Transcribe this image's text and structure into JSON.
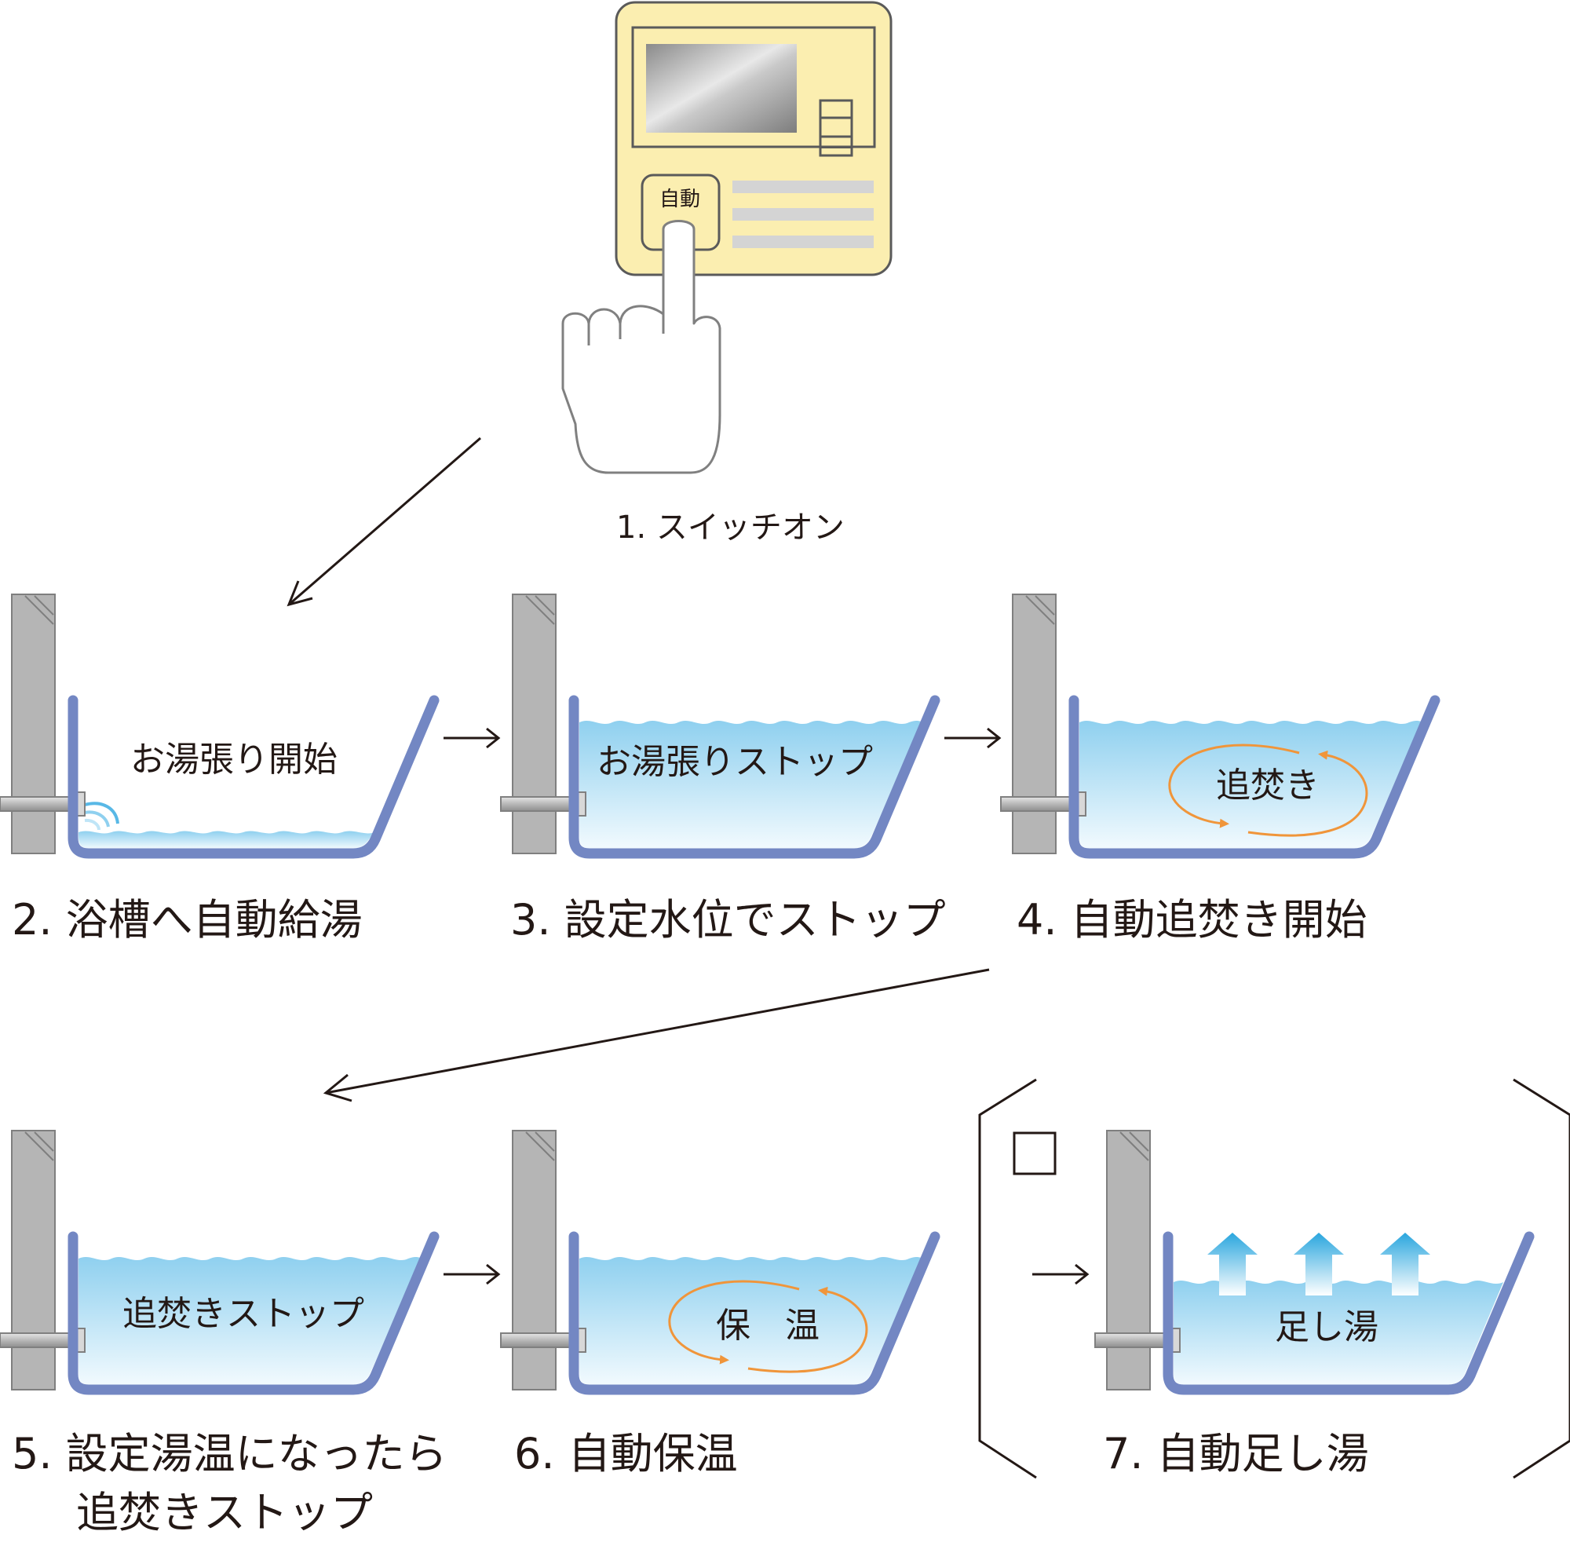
{
  "remote": {
    "button_label": "自動",
    "body_color": "#fbeeb0",
    "border_color": "#5a5a5a"
  },
  "steps": [
    {
      "caption": "1. スイッチオン"
    },
    {
      "caption": "2. 浴槽へ自動給湯",
      "tub_label": "お湯張り開始"
    },
    {
      "caption": "3. 設定水位でストップ",
      "tub_label": "お湯張りストップ"
    },
    {
      "caption": "4. 自動追焚き開始",
      "tub_label": "追焚き"
    },
    {
      "caption_line1": "5. 設定湯温になったら",
      "caption_line2": "追焚きストップ",
      "tub_label": "追焚きストップ"
    },
    {
      "caption": "6. 自動保温",
      "tub_label": "保　温"
    },
    {
      "caption": "7. 自動足し湯",
      "tub_label": "足し湯"
    }
  ],
  "colors": {
    "tub_wall": "#7387c3",
    "wall": "#b5b5b5",
    "water_top": "#8fd0ef",
    "water_bottom": "#f2fafe",
    "circulation": "#f0953a",
    "up_arrow": "#2aa6de"
  }
}
